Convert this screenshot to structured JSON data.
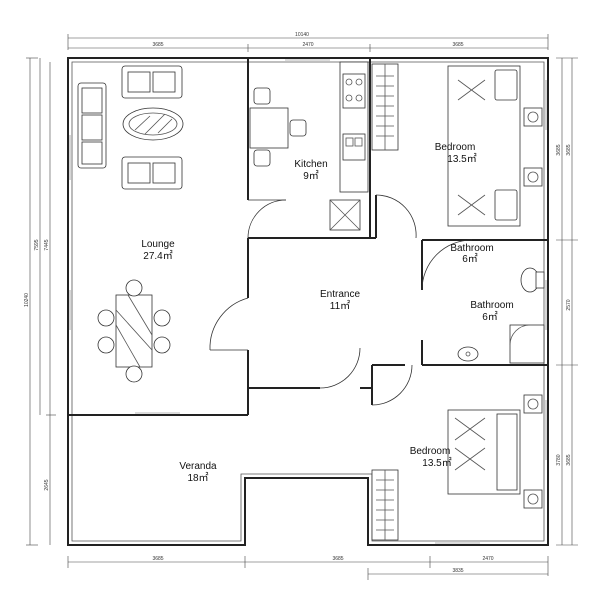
{
  "rooms": {
    "lounge": {
      "name": "Lounge",
      "area": "27.4㎡"
    },
    "kitchen": {
      "name": "Kitchen",
      "area": "9㎡"
    },
    "bedroom1": {
      "name": "Bedroom",
      "area": "13.5㎡"
    },
    "bathroom_top": {
      "name": "Bathroom",
      "area": "6㎡"
    },
    "bathroom": {
      "name": "Bathroom",
      "area": "6㎡"
    },
    "entrance": {
      "name": "Entrance",
      "area": "11㎡"
    },
    "bedroom2": {
      "name": "Bedroom",
      "area": "13.5㎡"
    },
    "veranda": {
      "name": "Veranda",
      "area": "18㎡"
    }
  },
  "dimensions": {
    "top_total": "10140",
    "top_a": "3685",
    "top_b": "2470",
    "top_c": "3685",
    "bottom_a": "3685",
    "bottom_b": "3685",
    "bottom_c": "2470",
    "bottom_d": "3835",
    "left_total": "10240",
    "left_a": "7595",
    "left_b": "7445",
    "left_c": "2645",
    "right_a": "3685",
    "right_b": "3685",
    "right_c": "2570",
    "right_d": "3780",
    "right_e": "3685"
  }
}
